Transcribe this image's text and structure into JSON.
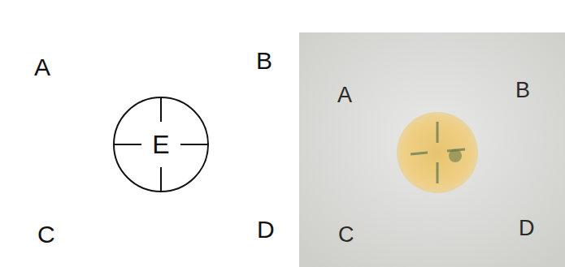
{
  "diagram": {
    "nodes": [
      {
        "text": [
          "E"
        ]
      }
    ],
    "labels": [
      "A",
      "B",
      "C",
      "D",
      "A",
      "B",
      "C",
      "D"
    ]
  }
}
